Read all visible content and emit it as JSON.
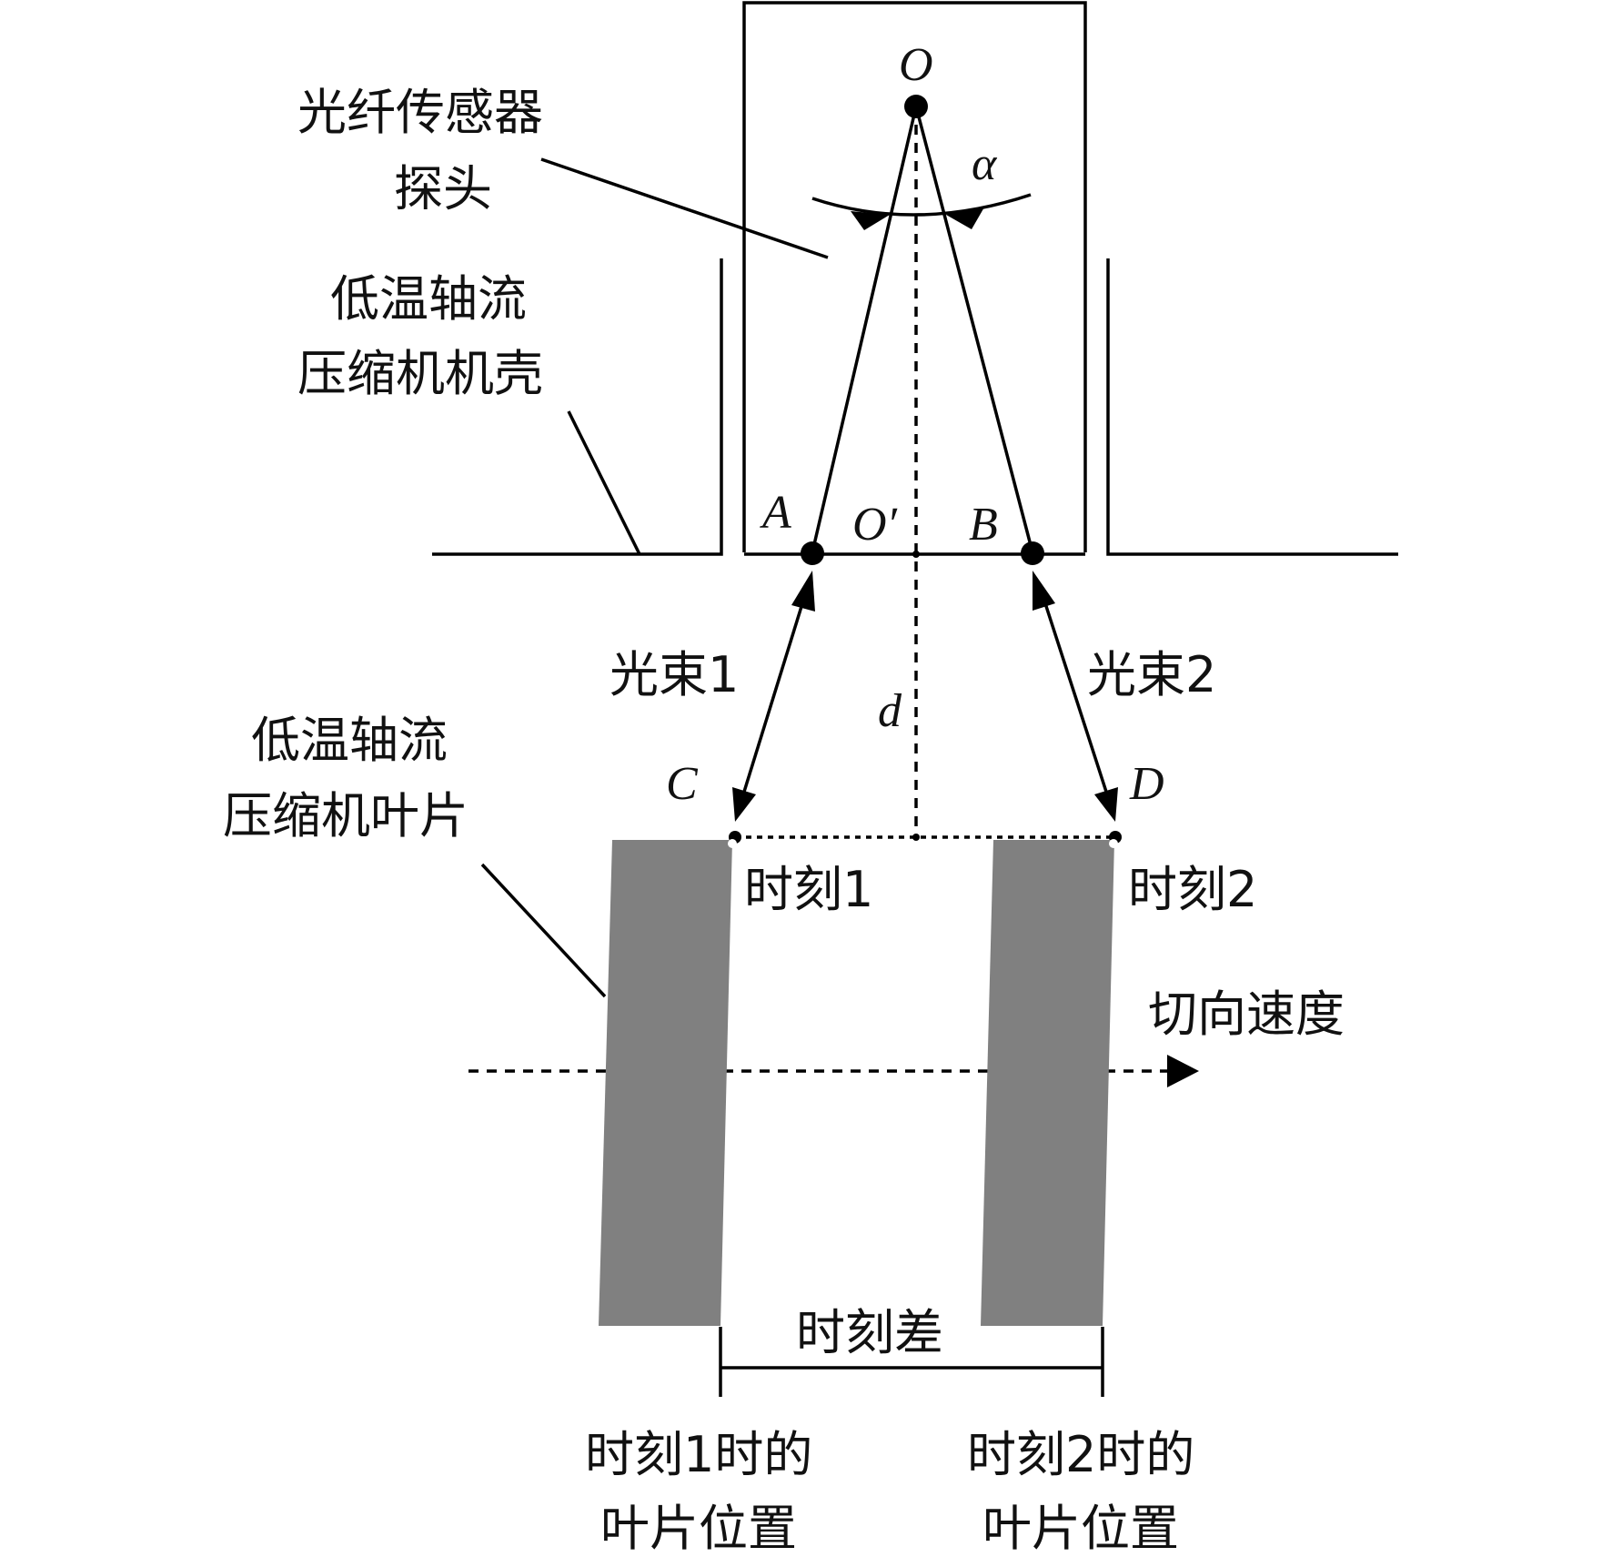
{
  "colors": {
    "line": "#000000",
    "blade": "#808080",
    "text": "#111111",
    "background": "#ffffff"
  },
  "labels": {
    "probe_line1": "光纤传感器",
    "probe_line2": "探头",
    "casing_line1": "低温轴流",
    "casing_line2": "压缩机机壳",
    "blade_line1": "低温轴流",
    "blade_line2": "压缩机叶片",
    "beam1": "光束1",
    "beam2": "光束2",
    "moment1": "时刻1",
    "moment2": "时刻2",
    "tangential_velocity": "切向速度",
    "time_difference": "时刻差",
    "pos1_line1": "时刻1时的",
    "pos1_line2": "叶片位置",
    "pos2_line1": "时刻2时的",
    "pos2_line2": "叶片位置"
  },
  "points": {
    "O": "O",
    "A": "A",
    "B": "B",
    "O_prime": "O′",
    "C": "C",
    "D": "D",
    "d": "d",
    "alpha": "α"
  }
}
